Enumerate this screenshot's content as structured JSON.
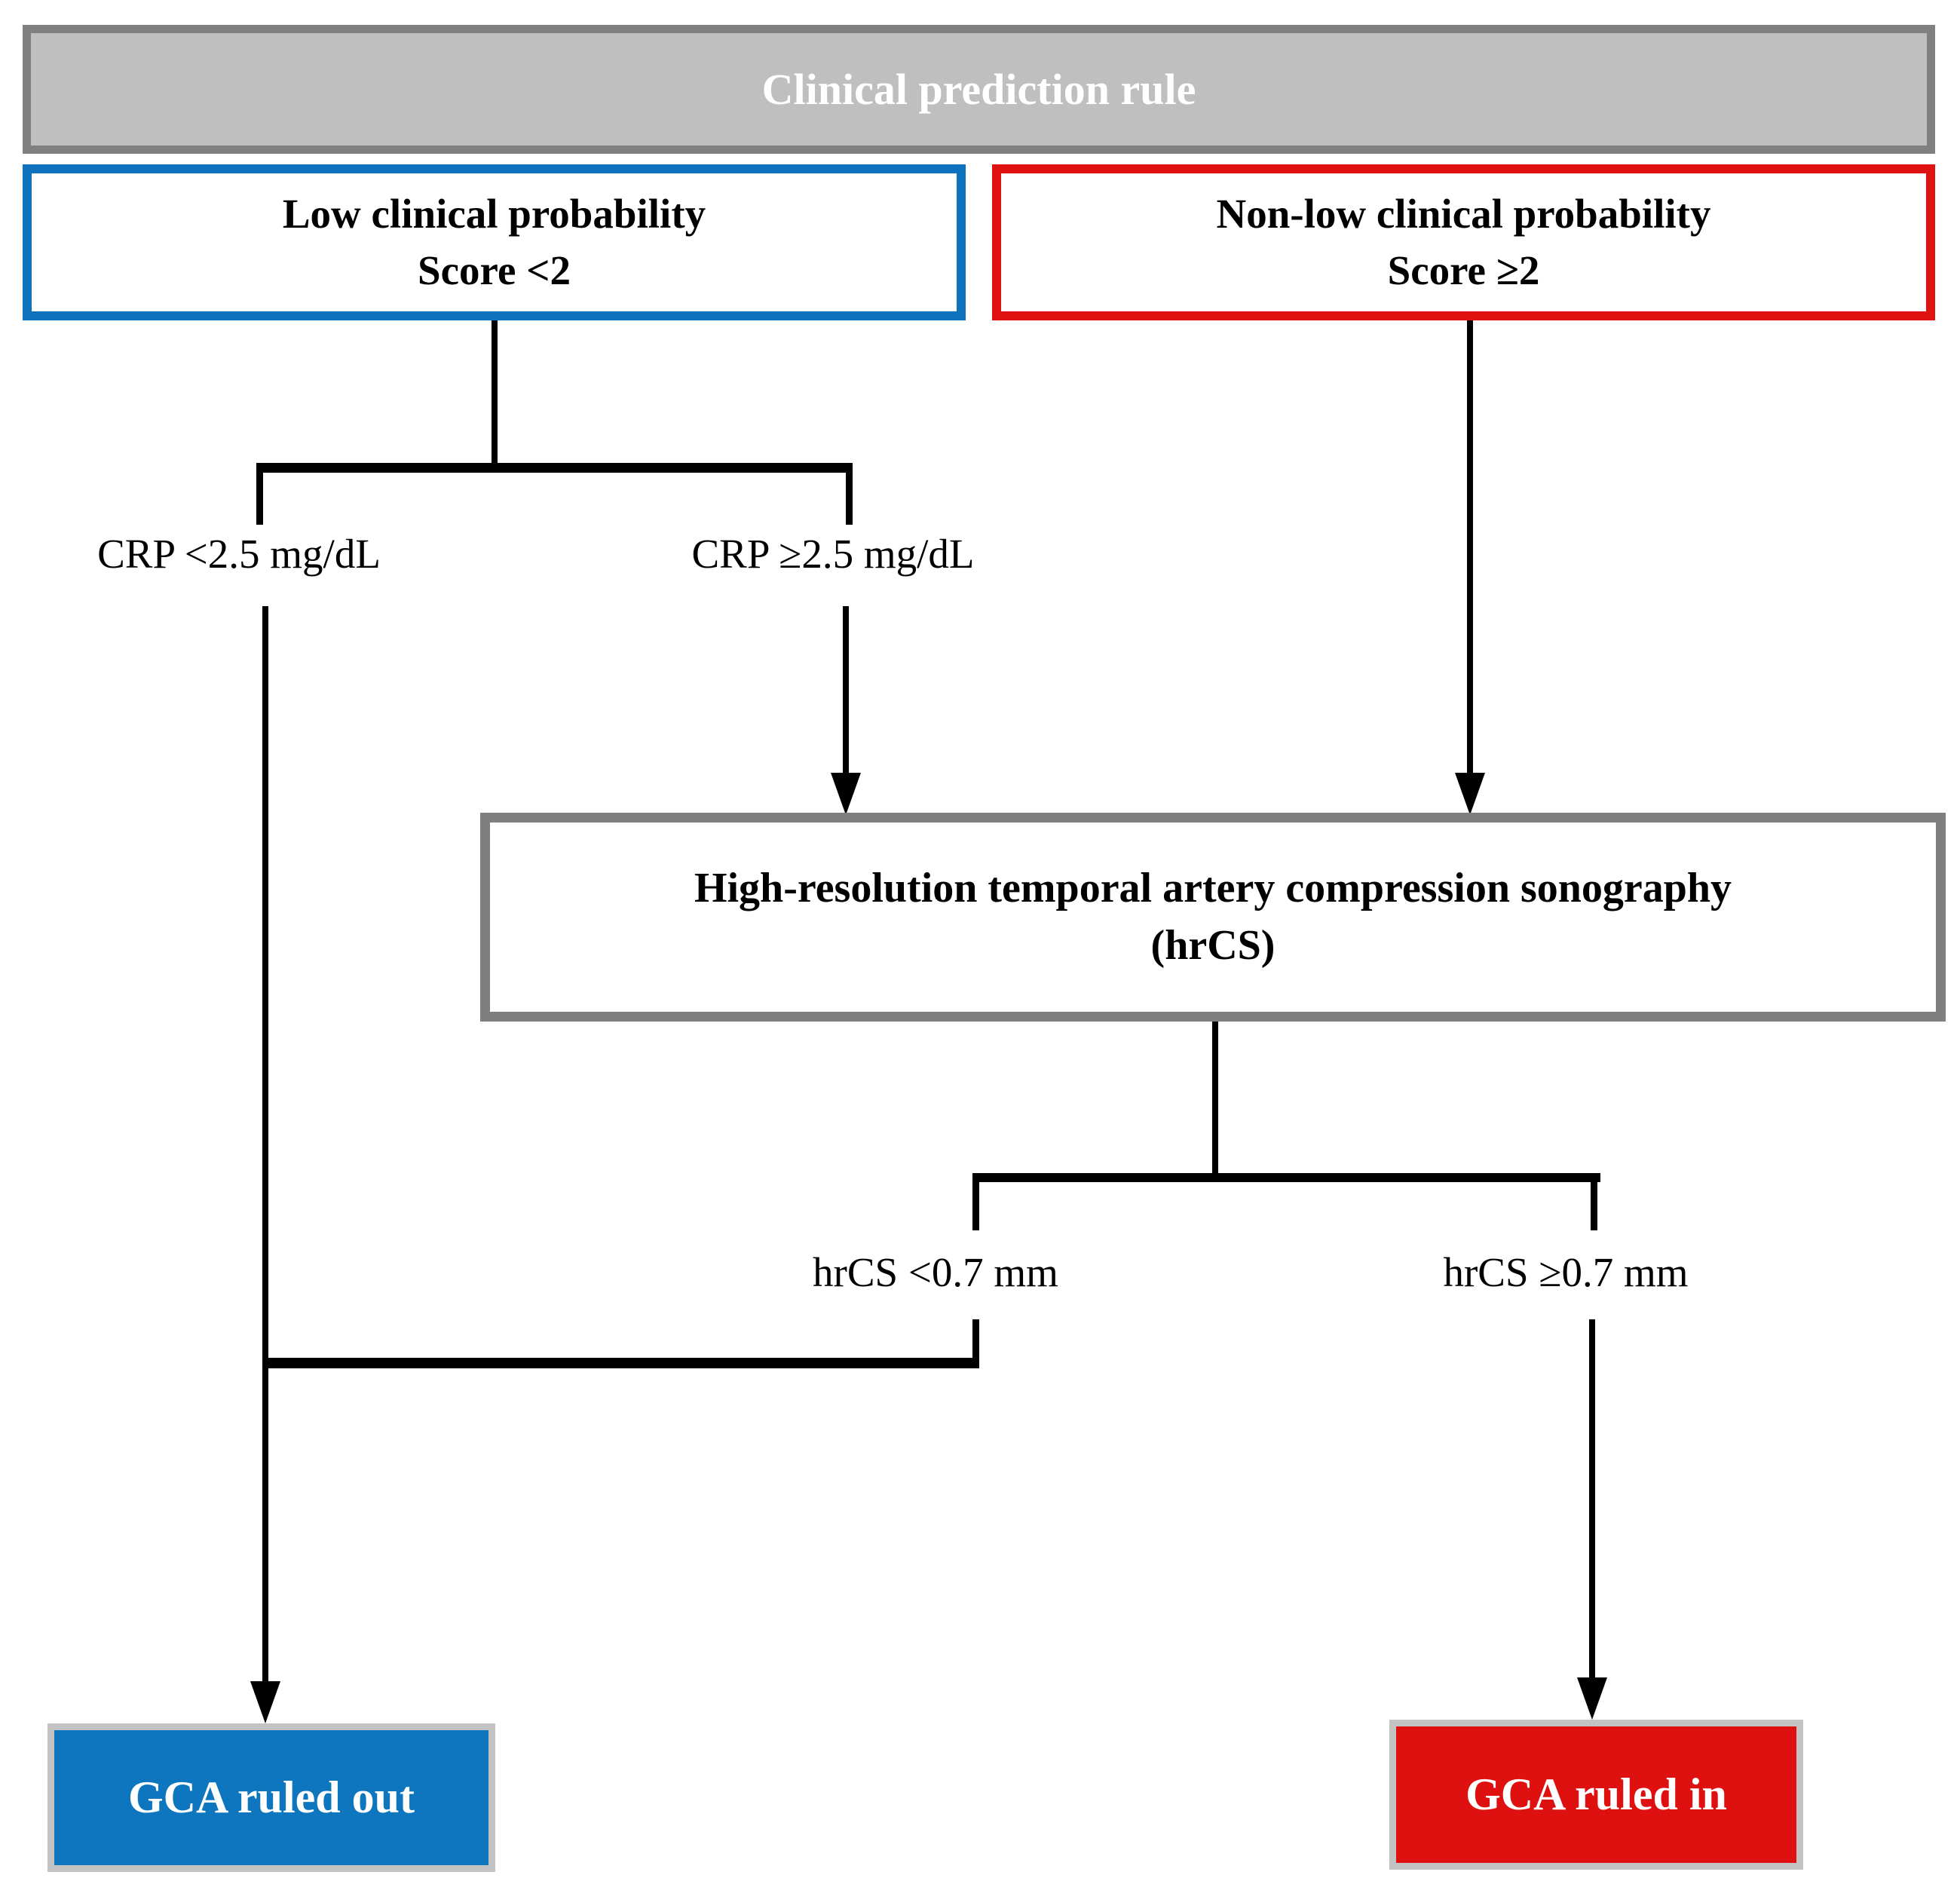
{
  "title": "Clinical prediction rule",
  "nodes": {
    "low_probability": {
      "line1": "Low clinical probability",
      "line2": "Score <2"
    },
    "non_low_probability": {
      "line1": "Non-low clinical probability",
      "line2": "Score ≥2"
    },
    "crp_low_label": "CRP <2.5 mg/dL",
    "crp_high_label": "CRP ≥2.5 mg/dL",
    "hrcs": {
      "line1": "High-resolution temporal artery compression sonography",
      "line2": "(hrCS)"
    },
    "hrcs_low_label": "hrCS <0.7 mm",
    "hrcs_high_label": "hrCS ≥0.7 mm",
    "gca_ruled_out": "GCA ruled out",
    "gca_ruled_in": "GCA ruled in"
  },
  "colors": {
    "title_fill": "#bfbfbf",
    "title_border": "#808080",
    "low_box_border_blue": "#0e72bd",
    "non_low_box_border_red": "#e01111",
    "hrcs_box_border_gray": "#7f7f7f",
    "ruled_out_fill_blue": "#0e76be",
    "ruled_in_fill_red": "#de1010",
    "result_box_border_silver": "#c3c3c3",
    "connector_line": "#000000",
    "box_text_dark": "#000000",
    "box_text_light": "#ffffff"
  }
}
